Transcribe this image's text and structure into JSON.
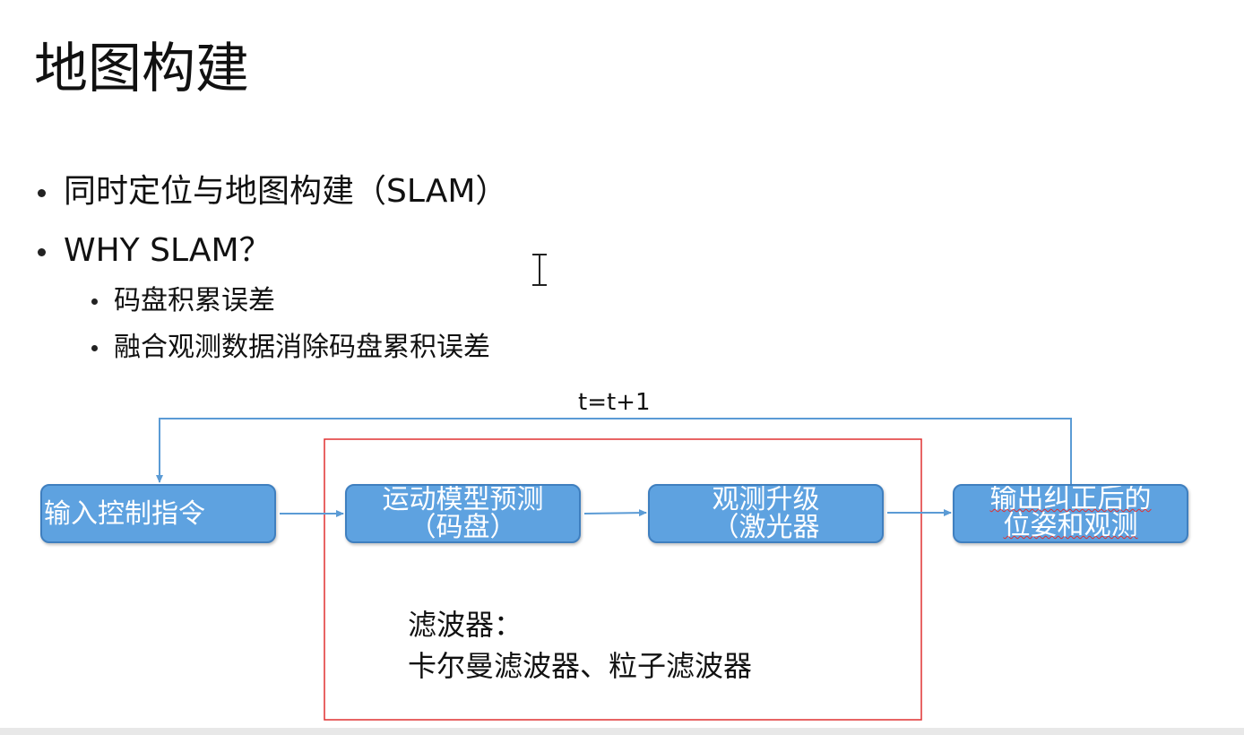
{
  "slide": {
    "title": "地图构建",
    "bullets": [
      {
        "text": "同时定位与地图构建（SLAM）"
      },
      {
        "text": "WHY SLAM？",
        "sub": [
          "码盘积累误差",
          "融合观测数据消除码盘累积误差"
        ]
      }
    ],
    "diagram": {
      "loop_label": "t=t+1",
      "boxes": [
        {
          "line1": "输入控制指令",
          "line2": ""
        },
        {
          "line1": "运动模型预测",
          "line2": "（码盘）"
        },
        {
          "line1": "观测升级",
          "line2": "（激光器"
        },
        {
          "line1": "输出纠正后的",
          "line2": "位姿和观测"
        }
      ],
      "filter_title": "滤波器：",
      "filter_types": "卡尔曼滤波器、粒子滤波器"
    },
    "colors": {
      "box_fill": "#5ea2e0",
      "box_border": "#3f7fbf",
      "arrow": "#5b9bd5",
      "filter_frame": "#e03030"
    }
  }
}
